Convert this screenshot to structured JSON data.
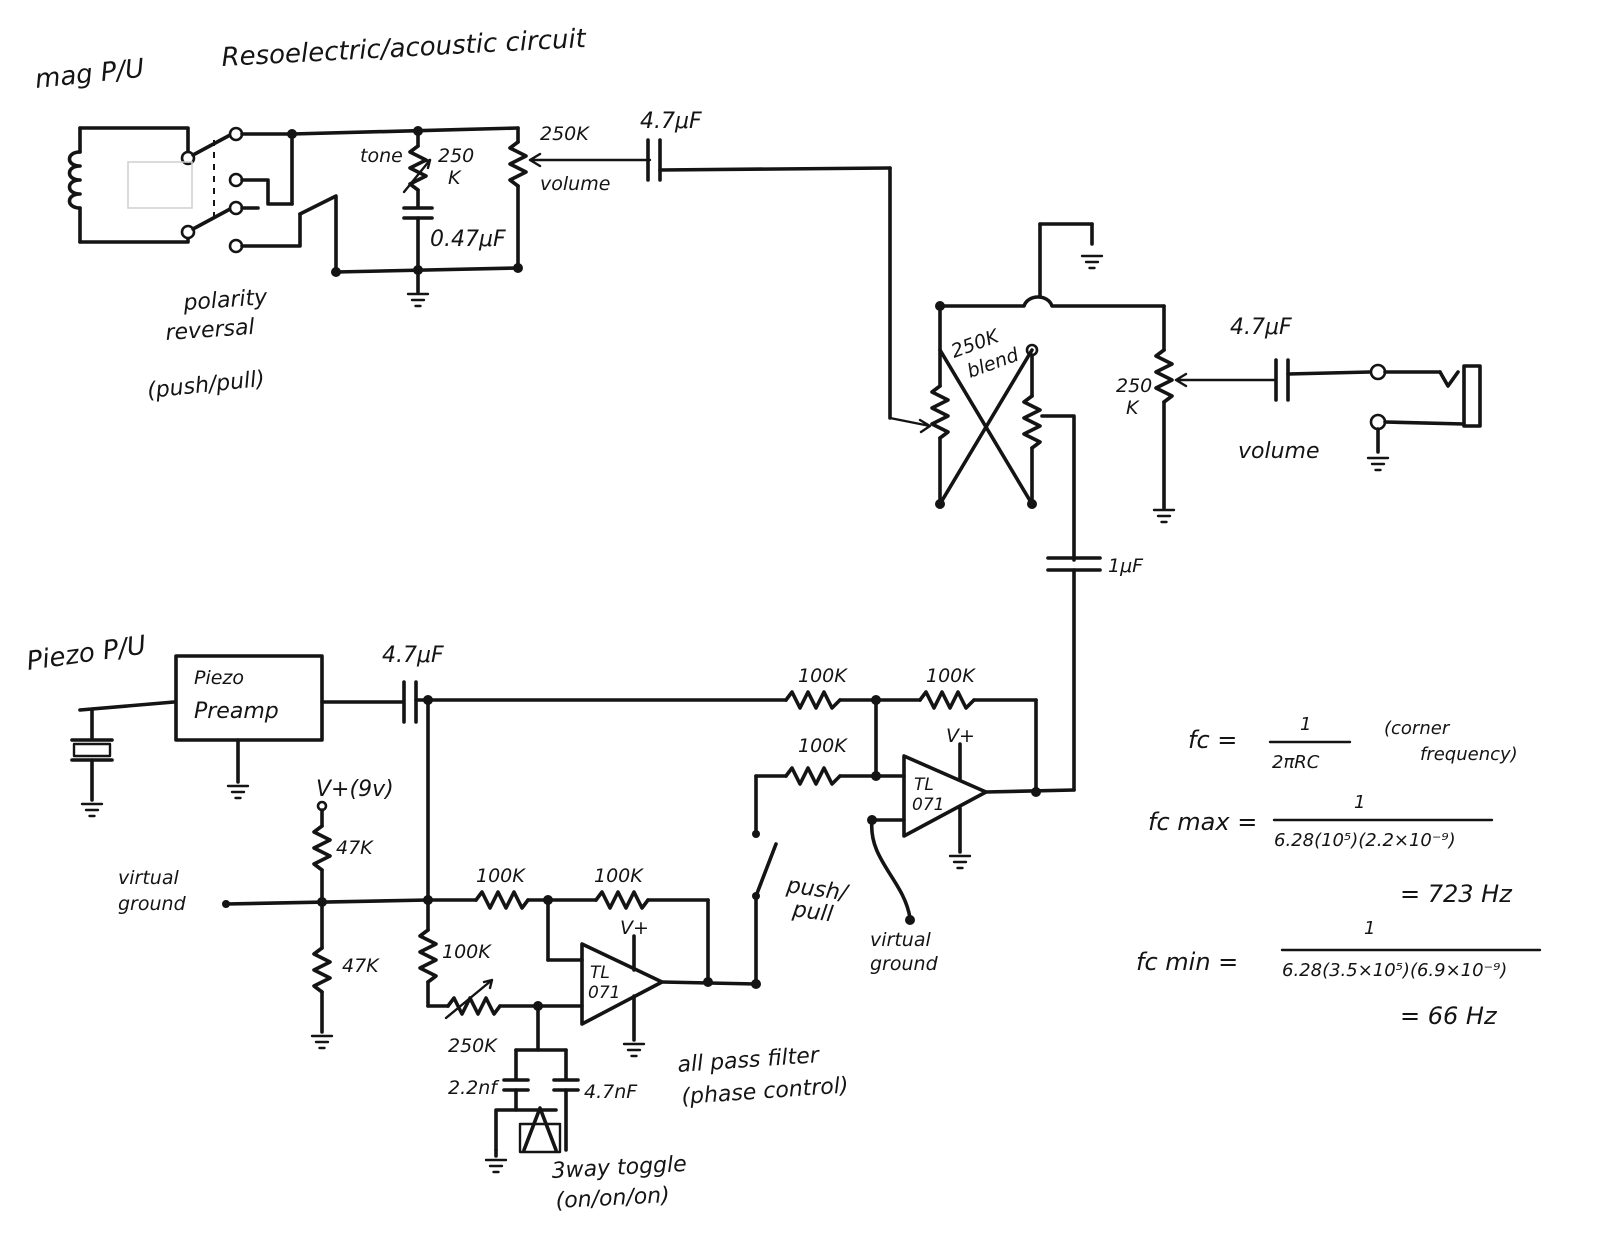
{
  "title": "Resoelectric/acoustic circuit",
  "labels": {
    "mag_pu": "mag P/U",
    "piezo_pu": "Piezo P/U",
    "polarity": [
      "polarity",
      "reversal",
      "(push/pull)"
    ],
    "tone": "tone",
    "tone_pot": [
      "250",
      "K"
    ],
    "tone_cap": "0.47μF",
    "vol_pot_top": "250K",
    "volume_top": "volume",
    "cap_top": "4.7μF",
    "blend": [
      "250K",
      "blend"
    ],
    "out_pot": [
      "250",
      "K"
    ],
    "out_cap": "4.7μF",
    "volume_out": "volume",
    "cap_1uf": "1μF",
    "preamp": [
      "Piezo",
      "Preamp"
    ],
    "cap_piezo": "4.7μF",
    "r_top1": "100K",
    "r_top2": "100K",
    "r_mid": "100K",
    "opamp_top_vplus": "V+",
    "opamp_chip": [
      "TL",
      "071"
    ],
    "vplus_9v": "V+(9v)",
    "r47_top": "47K",
    "r47_bot": "47K",
    "virtual_ground_left": [
      "virtual",
      "ground"
    ],
    "r_bot1": "100K",
    "r_bot2": "100K",
    "r_bot_left": "100K",
    "pot_250k": "250K",
    "opamp_bot_vplus": "V+",
    "cap_22": "2.2nf",
    "cap_47": "4.7nF",
    "push_pull_bottom": [
      "push/",
      "pull"
    ],
    "virtual_ground_right": [
      "virtual",
      "ground"
    ],
    "allpass": [
      "all pass filter",
      "(phase control)"
    ],
    "toggle": [
      "3way toggle",
      "(on/on/on)"
    ]
  },
  "equations": {
    "fc_label": "fc =",
    "fc_num": "1",
    "fc_den": "2πRC",
    "fc_note": [
      "(corner",
      "frequency)"
    ],
    "fcmax_label": "fc max =",
    "fcmax_num": "1",
    "fcmax_den": "6.28(10⁵)(2.2×10⁻⁹)",
    "fcmax_result": "= 723 Hz",
    "fcmin_label": "fc min =",
    "fcmin_num": "1",
    "fcmin_den": "6.28(3.5×10⁵)(6.9×10⁻⁹)",
    "fcmin_result": "= 66 Hz"
  }
}
